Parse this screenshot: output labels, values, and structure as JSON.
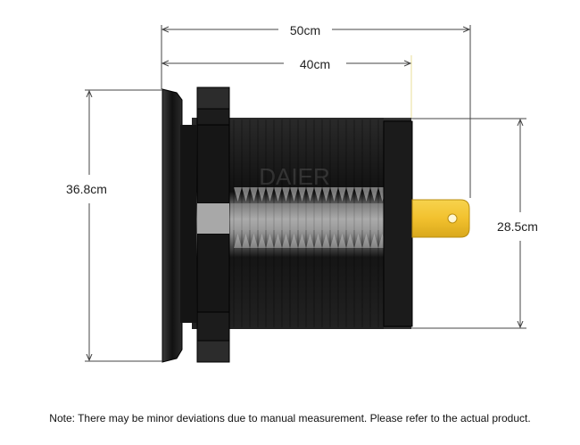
{
  "dimensions": {
    "total_width": "50cm",
    "body_width": "40cm",
    "flange_height": "36.8cm",
    "body_height": "28.5cm"
  },
  "watermark": "DAIER",
  "note": "Note: There may be minor deviations due to manual measurement. Please refer to the actual product.",
  "colors": {
    "body": "#1a1a1a",
    "thread_highlight": "#9a9a9a",
    "terminal": "#f2c12e",
    "dimension_line": "#444444"
  }
}
